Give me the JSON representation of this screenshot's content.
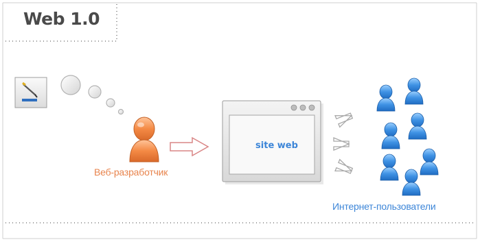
{
  "title": "Web 1.0",
  "developer_label": "Веб-разработчик",
  "site_label": "site web",
  "users_label": "Интернет-пользователи",
  "colors": {
    "developer": "#f08a4b",
    "users": "#3d86d8",
    "frame": "#c8c8c8",
    "dots": "#9a9a9a",
    "text": "#4a4a4a"
  },
  "icons": [
    "note-icon",
    "thought-bubble-icon",
    "person-icon",
    "arrow-icon",
    "window-icon"
  ]
}
